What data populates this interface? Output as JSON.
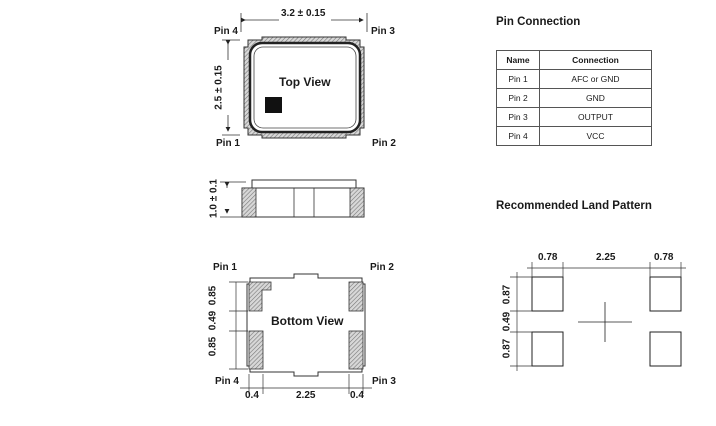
{
  "top_view": {
    "title": "Top View",
    "width_dim": "3.2 ± 0.15",
    "height_dim": "2.5 ± 0.15",
    "pins": {
      "pin1": "Pin 1",
      "pin2": "Pin 2",
      "pin3": "Pin 3",
      "pin4": "Pin 4"
    }
  },
  "side_view": {
    "height_dim": "1.0 ± 0.1"
  },
  "bottom_view": {
    "title": "Bottom View",
    "pins": {
      "pin1": "Pin 1",
      "pin2": "Pin 2",
      "pin3": "Pin 3",
      "pin4": "Pin 4"
    },
    "vertical_dims": [
      "0.85",
      "0.49",
      "0.85"
    ],
    "horizontal_dims": [
      "0.4",
      "2.25",
      "0.4"
    ]
  },
  "pin_connection": {
    "title": "Pin Connection",
    "headers": [
      "Name",
      "Connection"
    ],
    "rows": [
      {
        "name": "Pin 1",
        "connection": "AFC or GND"
      },
      {
        "name": "Pin 2",
        "connection": "GND"
      },
      {
        "name": "Pin 3",
        "connection": "OUTPUT"
      },
      {
        "name": "Pin 4",
        "connection": "VCC"
      }
    ]
  },
  "land_pattern": {
    "title": "Recommended Land Pattern",
    "horizontal_dims": [
      "0.78",
      "2.25",
      "0.78"
    ],
    "vertical_dims": [
      "0.87",
      "0.49",
      "0.87"
    ]
  }
}
